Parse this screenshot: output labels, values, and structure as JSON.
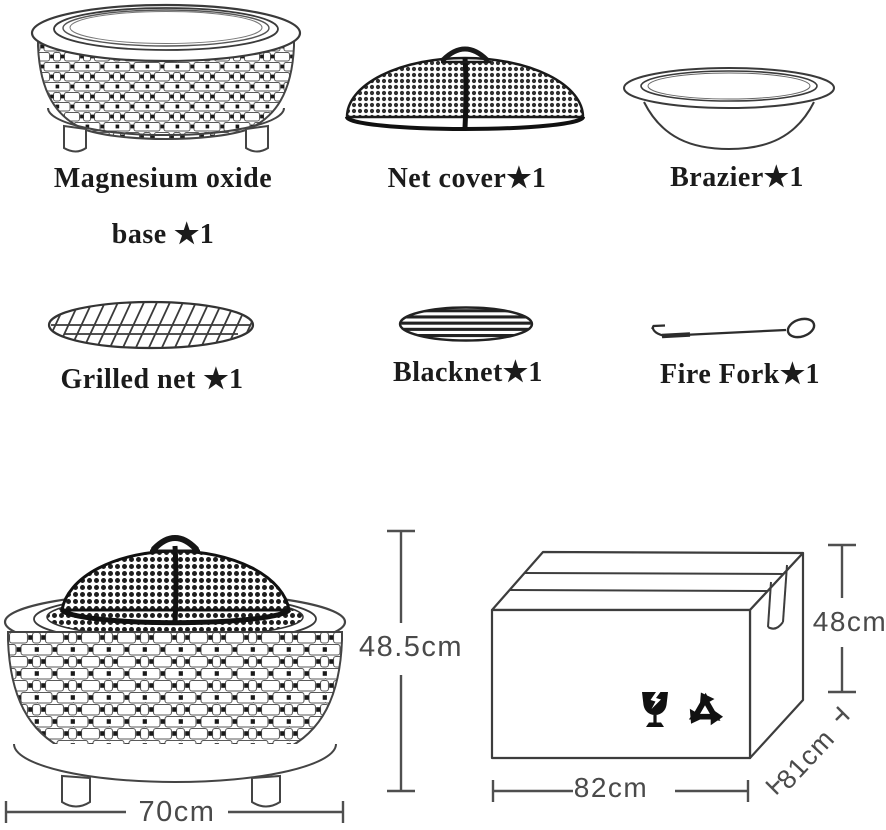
{
  "page": {
    "type": "fire pit product parts and packaging dimensions diagram",
    "background": "#ffffff"
  },
  "colors": {
    "line_art": "#2f2f2f",
    "dimension_lines": "#4f4f4f",
    "label_text": "#1b1b1b",
    "icon_black": "#111111"
  },
  "parts": [
    {
      "name": "magnesium-oxide-base",
      "label_line1": "Magnesium oxide",
      "label_line2": "base ★1"
    },
    {
      "name": "net-cover",
      "label": "Net cover★1"
    },
    {
      "name": "brazier",
      "label": "Brazier★1"
    },
    {
      "name": "grilled-net",
      "label": "Grilled net ★1"
    },
    {
      "name": "blacknet",
      "label": "Blacknet★1"
    },
    {
      "name": "fire-fork",
      "label": "Fire Fork★1"
    }
  ],
  "assembled_firepit": {
    "height_label": "48.5cm",
    "width_label": "70cm"
  },
  "shipping_box": {
    "height_label": "48cm",
    "length_label": "82cm",
    "depth_label": "81cm",
    "icons": [
      "fragile-icon",
      "recycle-icon"
    ]
  }
}
